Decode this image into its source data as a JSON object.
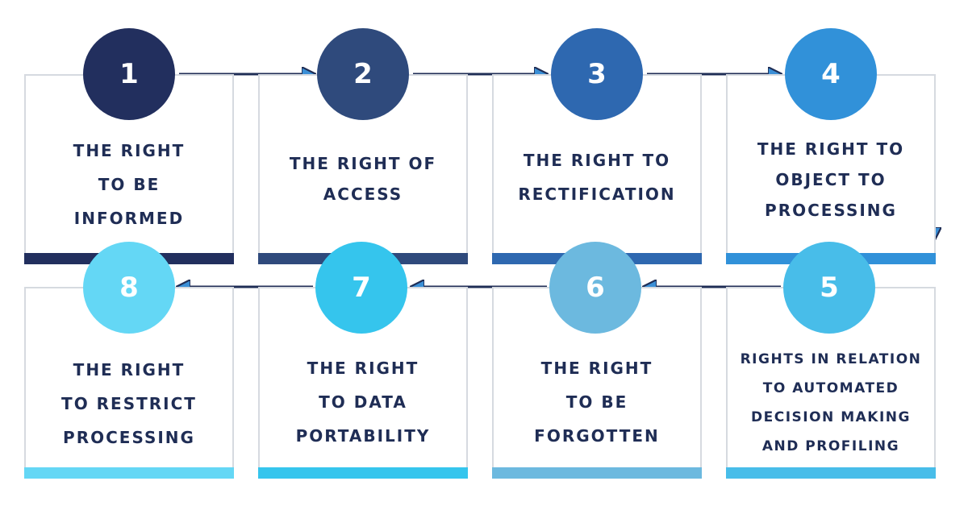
{
  "steps": [
    {
      "number": "1",
      "label": "THE RIGHT\nTO BE\nINFORMED",
      "color": "#222f5e"
    },
    {
      "number": "2",
      "label": "THE RIGHT OF\nACCESS",
      "color": "#2f4a7c"
    },
    {
      "number": "3",
      "label": "THE RIGHT TO\nRECTIFICATION",
      "color": "#2e68b0"
    },
    {
      "number": "4",
      "label": "THE RIGHT TO\nOBJECT TO\nPROCESSING",
      "color": "#3191d9"
    },
    {
      "number": "5",
      "label": "RIGHTS IN RELATION\nTO AUTOMATED\nDECISION MAKING\nAND PROFILING",
      "color": "#48bde9"
    },
    {
      "number": "6",
      "label": "THE RIGHT\nTO BE\nFORGOTTEN",
      "color": "#6cb9df"
    },
    {
      "number": "7",
      "label": "THE RIGHT\nTO DATA\nPORTABILITY",
      "color": "#35c5ed"
    },
    {
      "number": "8",
      "label": "THE RIGHT\nTO RESTRICT\nPROCESSING",
      "color": "#64d7f5"
    }
  ],
  "colors": {
    "text": "#1f2d55",
    "border": "#d6dae0",
    "arrow": "#1f2d55"
  }
}
